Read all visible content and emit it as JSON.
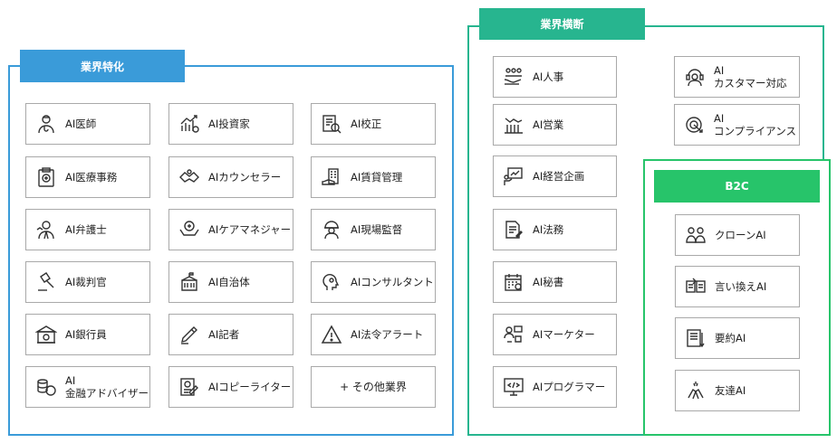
{
  "sections": {
    "industry": {
      "title": "業界特化",
      "color": "#3a9bd9"
    },
    "cross": {
      "title": "業界横断",
      "color": "#27b58f"
    },
    "b2c": {
      "title": "B2C",
      "color": "#27c46a"
    }
  },
  "industry_items": [
    {
      "label": "AI医師",
      "icon": "doctor-icon"
    },
    {
      "label": "AI投資家",
      "icon": "investment-chart-icon"
    },
    {
      "label": "AI校正",
      "icon": "proofread-document-icon"
    },
    {
      "label": "AI医療事務",
      "icon": "medical-clipboard-icon"
    },
    {
      "label": "AIカウンセラー",
      "icon": "counselor-handshake-icon"
    },
    {
      "label": "AI賃貸管理",
      "icon": "building-management-icon"
    },
    {
      "label": "AI弁護士",
      "icon": "lawyer-icon"
    },
    {
      "label": "AIケアマネジャー",
      "icon": "care-hands-icon"
    },
    {
      "label": "AI現場監督",
      "icon": "site-supervisor-icon"
    },
    {
      "label": "AI裁判官",
      "icon": "gavel-icon"
    },
    {
      "label": "AI自治体",
      "icon": "city-hall-icon"
    },
    {
      "label": "AIコンサルタント",
      "icon": "consultant-head-icon"
    },
    {
      "label": "AI銀行員",
      "icon": "bank-icon"
    },
    {
      "label": "AI記者",
      "icon": "reporter-pen-icon"
    },
    {
      "label": "AI法令アラート",
      "icon": "warning-icon"
    },
    {
      "label1": "AI",
      "label2": "金融アドバイザー",
      "icon": "coins-icon"
    },
    {
      "label": "AIコピーライター",
      "icon": "copywriter-icon"
    },
    {
      "label": "+ その他業界"
    }
  ],
  "cross_items": [
    {
      "label": "AI人事",
      "icon": "hr-people-icon"
    },
    {
      "label": "AI営業",
      "icon": "sales-chart-icon"
    },
    {
      "label": "AI経営企画",
      "icon": "presentation-icon"
    },
    {
      "label": "AI法務",
      "icon": "legal-document-icon"
    },
    {
      "label": "AI秘書",
      "icon": "calendar-icon"
    },
    {
      "label": "AIマーケター",
      "icon": "marketing-icon"
    },
    {
      "label": "AIプログラマー",
      "icon": "code-monitor-icon"
    }
  ],
  "cross_right_items": [
    {
      "label1": "AI",
      "label2": "カスタマー対応",
      "icon": "headset-icon"
    },
    {
      "label1": "AI",
      "label2": "コンプライアンス",
      "icon": "compliance-target-icon"
    }
  ],
  "b2c_items": [
    {
      "label": "クローンAI",
      "icon": "clone-people-icon"
    },
    {
      "label": "言い換えAI",
      "icon": "paraphrase-icon"
    },
    {
      "label": "要約AI",
      "icon": "summary-icon"
    },
    {
      "label": "友達AI",
      "icon": "high-five-icon"
    }
  ]
}
